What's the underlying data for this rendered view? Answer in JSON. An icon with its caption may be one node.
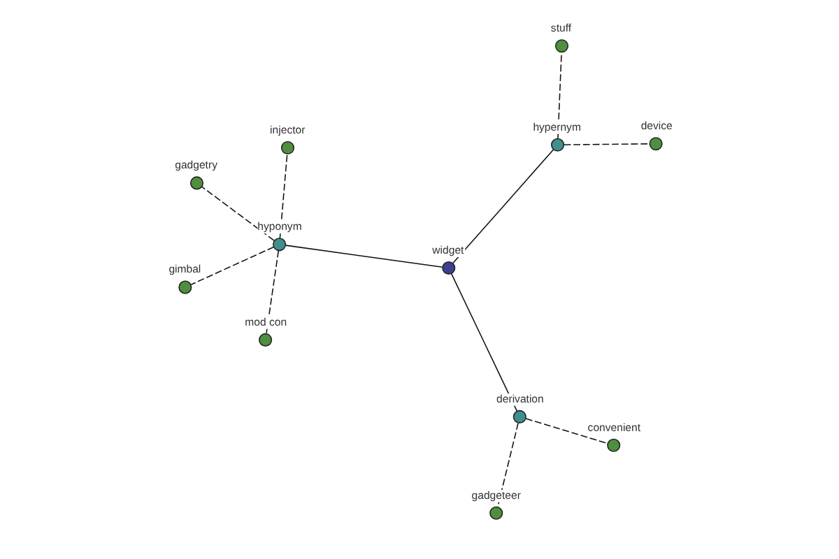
{
  "diagram": {
    "nodes": [
      {
        "text": [
          "convenient"
        ]
      },
      {
        "text": [
          "gadgeteer"
        ]
      },
      {
        "text": [
          "derivation"
        ]
      },
      {
        "text": [
          "gimbal"
        ]
      },
      {
        "text": [
          "widget"
        ]
      },
      {
        "text": [
          "mod con"
        ]
      },
      {
        "text": [
          "hyponym"
        ]
      },
      {
        "text": [
          "injector"
        ]
      },
      {
        "text": [
          "gadgetry"
        ]
      },
      {
        "text": [
          "hypernym"
        ]
      },
      {
        "text": [
          "device"
        ]
      },
      {
        "text": [
          "stuff"
        ]
      }
    ],
    "edges": [
      {
        "from": 4,
        "to": 2,
        "arrow": "none"
      },
      {
        "from": 4,
        "to": 6,
        "arrow": "none"
      },
      {
        "from": 4,
        "to": 9,
        "arrow": "none"
      },
      {
        "from": 2,
        "to": 0,
        "arrow": "none",
        "style": "dashed"
      },
      {
        "from": 2,
        "to": 1,
        "arrow": "none",
        "style": "dashed"
      },
      {
        "from": 6,
        "to": 3,
        "arrow": "none",
        "style": "dashed"
      },
      {
        "from": 6,
        "to": 5,
        "arrow": "none",
        "style": "dashed"
      },
      {
        "from": 6,
        "to": 7,
        "arrow": "none",
        "style": "dashed"
      },
      {
        "from": 6,
        "to": 8,
        "arrow": "none",
        "style": "dashed"
      },
      {
        "from": 9,
        "to": 10,
        "arrow": "none",
        "style": "dashed"
      },
      {
        "from": 9,
        "to": 11,
        "arrow": "none",
        "style": "dashed"
      }
    ]
  }
}
